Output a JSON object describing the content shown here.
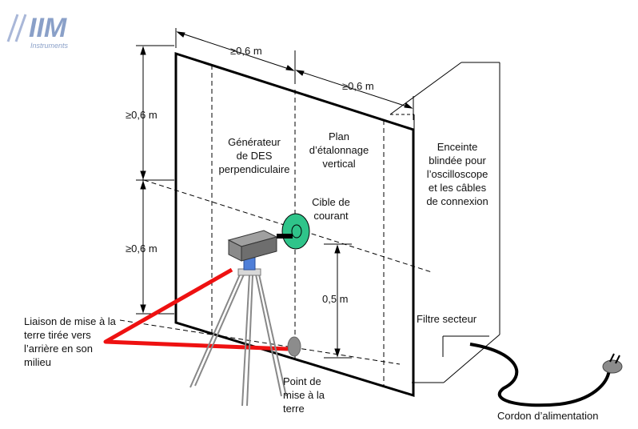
{
  "logo": {
    "mark": "IIM",
    "subtitle": "Instruments",
    "color": "#8aa0c8"
  },
  "dimensions": {
    "top_width": "≥0,6 m",
    "top_depth": "≥0,6 m",
    "left_upper": "≥0,6 m",
    "left_lower": "≥0,6 m",
    "target_height": "0,5 m"
  },
  "labels": {
    "generator": [
      "Générateur",
      "de DES",
      "perpendiculaire"
    ],
    "plane": [
      "Plan",
      "d’étalonnage",
      "vertical"
    ],
    "enclosure": [
      "Enceinte",
      "blindée pour",
      "l’oscilloscope",
      "et les câbles",
      "de connexion"
    ],
    "target": [
      "Cible de",
      "courant"
    ],
    "filter": "Filtre secteur",
    "ground_strap": [
      "Liaison de mise à la",
      "terre tirée vers",
      "l’arrière en son",
      "milieu"
    ],
    "ground_point": [
      "Point de",
      "mise à la",
      "terre"
    ],
    "power_cord": "Cordon d’alimentation"
  },
  "colors": {
    "strap": "#ee1111",
    "target": "#2fc48a",
    "generator_body": "#7a7a7a",
    "generator_mount": "#4f7fd8",
    "ground_point": "#8c8c8c"
  }
}
